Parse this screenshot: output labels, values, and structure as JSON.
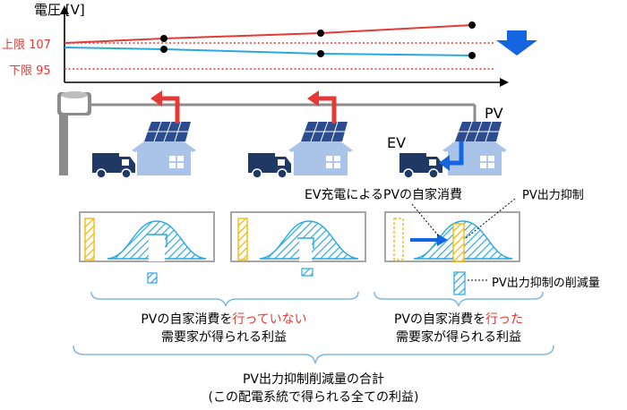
{
  "voltage_chart": {
    "title": "電圧 [V]",
    "upper_limit_label": "上限 107",
    "lower_limit_label": "下限 95",
    "upper_limit_value": 107,
    "lower_limit_value": 95
  },
  "houses": {
    "pv_label": "PV",
    "ev_label": "EV"
  },
  "callouts": {
    "ev_self_consumption": "EV充電によるPVの自家消費",
    "pv_curtailment": "PV出力抑制",
    "curtailment_reduction": "PV出力抑制の削減量"
  },
  "summaries": {
    "without": {
      "prefix": "PVの自家消費を",
      "emphasis": "行っていない",
      "line2": "需要家が得られる利益"
    },
    "with": {
      "prefix": "PVの自家消費を",
      "emphasis": "行った",
      "line2": "需要家が得られる利益"
    },
    "total_line1": "PV出力抑制削減量の合計",
    "total_line2": "(この配電系統で得られる全ての利益)"
  },
  "colors": {
    "red_line": "#e53935",
    "blue_line": "#29a8e0",
    "limit_dotted": "#e53935",
    "arrow_blue": "#1565e0",
    "arrow_red": "#e53935",
    "house": "#a9c4e8",
    "house_roof": "#6f8fb8",
    "panel": "#2b4d8f",
    "truck": "#1f3864",
    "pole": "#8c8c8c",
    "hatch_blue": "#29a8e0",
    "hatch_yellow": "#f2b600",
    "brace": "#7fb8e6"
  }
}
